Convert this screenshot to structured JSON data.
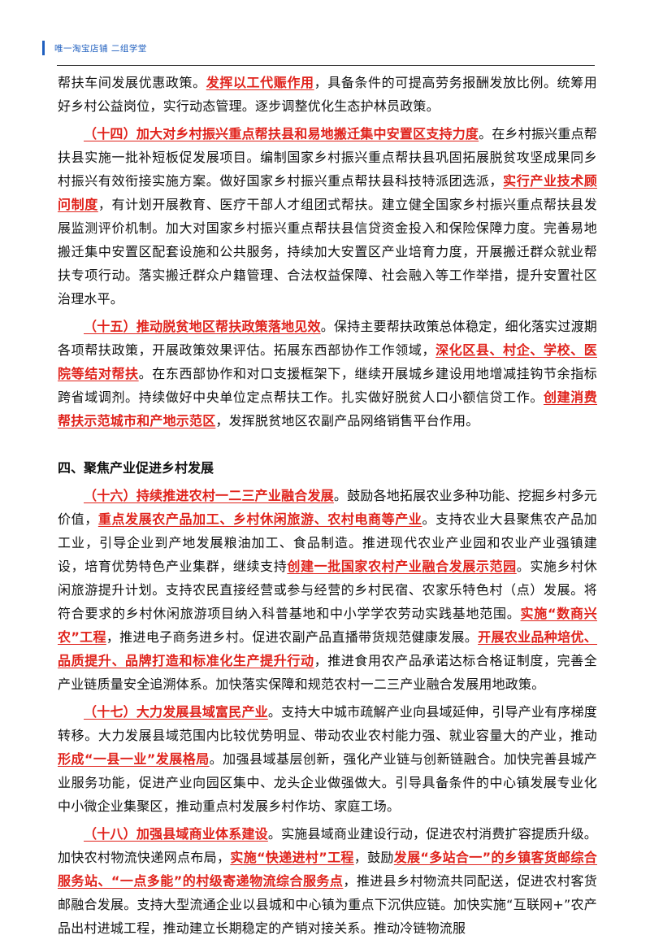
{
  "header": {
    "text": "唯一淘宝店铺 二组学堂"
  },
  "paragraphs": [
    {
      "id": "p0",
      "indent": false,
      "segments": [
        {
          "t": "帮扶车间发展优惠政策。"
        },
        {
          "t": "发挥以工代赈作用",
          "hl": true
        },
        {
          "t": "，具备条件的可提高劳务报酬发放比例。统筹用好乡村公益岗位，实行动态管理。逐步调整优化生态护林员政策。"
        }
      ]
    },
    {
      "id": "p14",
      "indent": true,
      "segments": [
        {
          "t": "（十四）加大对乡村振兴重点帮扶县和易地搬迁集中安置区支持力度",
          "hl": true
        },
        {
          "t": "。在乡村振兴重点帮扶县实施一批补短板促发展项目。编制国家乡村振兴重点帮扶县巩固拓展脱贫攻坚成果同乡村振兴有效衔接实施方案。做好国家乡村振兴重点帮扶县科技特派团选派，"
        },
        {
          "t": "实行产业技术顾问制度",
          "hl": true
        },
        {
          "t": "，有计划开展教育、医疗干部人才组团式帮扶。建立健全国家乡村振兴重点帮扶县发展监测评价机制。加大对国家乡村振兴重点帮扶县信贷资金投入和保险保障力度。完善易地搬迁集中安置区配套设施和公共服务，持续加大安置区产业培育力度，开展搬迁群众就业帮扶专项行动。落实搬迁群众户籍管理、合法权益保障、社会融入等工作举措，提升安置社区治理水平。"
        }
      ]
    },
    {
      "id": "p15",
      "indent": true,
      "segments": [
        {
          "t": "（十五）推动脱贫地区帮扶政策落地见效",
          "hl": true
        },
        {
          "t": "。保持主要帮扶政策总体稳定，细化落实过渡期各项帮扶政策，开展政策效果评估。拓展东西部协作工作领域，"
        },
        {
          "t": "深化区县、村企、学校、医院等结对帮扶",
          "hl": true
        },
        {
          "t": "。在东西部协作和对口支援框架下，继续开展城乡建设用地增减挂钩节余指标跨省域调剂。持续做好中央单位定点帮扶工作。扎实做好脱贫人口小额信贷工作。"
        },
        {
          "t": "创建消费帮扶示范城市和产地示范区",
          "hl": true
        },
        {
          "t": "，发挥脱贫地区农副产品网络销售平台作用。"
        }
      ]
    }
  ],
  "section": {
    "title": "四、聚焦产业促进乡村发展"
  },
  "paragraphs2": [
    {
      "id": "p16",
      "indent": true,
      "segments": [
        {
          "t": "（十六）持续推进农村一二三产业融合发展",
          "hl": true
        },
        {
          "t": "。鼓励各地拓展农业多种功能、挖掘乡村多元价值，"
        },
        {
          "t": "重点发展农产品加工、乡村休闲旅游、农村电商等产业",
          "hl": true
        },
        {
          "t": "。支持农业大县聚焦农产品加工业，引导企业到产地发展粮油加工、食品制造。推进现代农业产业园和农业产业强镇建设，培育优势特色产业集群，继续支持"
        },
        {
          "t": "创建一批国家农村产业融合发展示范园",
          "hl": true
        },
        {
          "t": "。实施乡村休闲旅游提升计划。支持农民直接经营或参与经营的乡村民宿、农家乐特色村（点）发展。将符合要求的乡村休闲旅游项目纳入科普基地和中小学学农劳动实践基地范围。"
        },
        {
          "t": "实施“数商兴农”工程",
          "hl": true
        },
        {
          "t": "，推进电子商务进乡村。促进农副产品直播带货规范健康发展。"
        },
        {
          "t": "开展农业品种培优、品质提升、品牌打造和标准化生产提升行动",
          "hl": true
        },
        {
          "t": "，推进食用农产品承诺达标合格证制度，完善全产业链质量安全追溯体系。加快落实保障和规范农村一二三产业融合发展用地政策。"
        }
      ]
    },
    {
      "id": "p17",
      "indent": true,
      "segments": [
        {
          "t": "（十七）大力发展县域富民产业",
          "hl": true
        },
        {
          "t": "。支持大中城市疏解产业向县域延伸，引导产业有序梯度转移。大力发展县域范围内比较优势明显、带动农业农村能力强、就业容量大的产业，推动"
        },
        {
          "t": "形成“一县一业”发展格局",
          "hl": true
        },
        {
          "t": "。加强县域基层创新，强化产业链与创新链融合。加快完善县城产业服务功能，促进产业向园区集中、龙头企业做强做大。引导具备条件的中心镇发展专业化中小微企业集聚区，推动重点村发展乡村作坊、家庭工场。"
        }
      ]
    },
    {
      "id": "p18",
      "indent": true,
      "segments": [
        {
          "t": "（十八）加强县域商业体系建设",
          "hl": true
        },
        {
          "t": "。实施县域商业建设行动，促进农村消费扩容提质升级。加快农村物流快递网点布局，"
        },
        {
          "t": "实施“快递进村”工程",
          "hl": true
        },
        {
          "t": "，鼓励"
        },
        {
          "t": "发展“多站合一”的乡镇客货邮综合服务站、“一点多能”的村级寄递物流综合服务点",
          "hl": true
        },
        {
          "t": "，推进县乡村物流共同配送，促进农村客货邮融合发展。支持大型流通企业以县城和中心镇为重点下沉供应链。加快实施“互联网+”农产品出村进城工程，推动建立长期稳定的产销对接关系。推动冷链物流服"
        }
      ]
    }
  ]
}
